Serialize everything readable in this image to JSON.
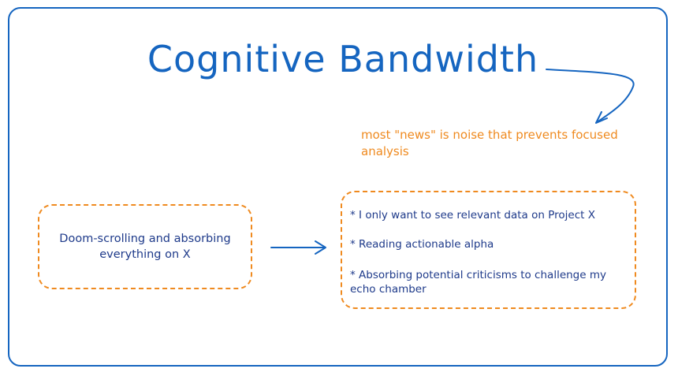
{
  "title": "Cognitive Bandwidth",
  "note": "most \"news\" is noise that prevents focused analysis",
  "before": {
    "text": "Doom-scrolling and absorbing everything on X"
  },
  "after": {
    "items": [
      "* I only want to see relevant data on Project X",
      "* Reading actionable alpha",
      "* Absorbing potential criticisms to challenge my echo chamber"
    ]
  },
  "colors": {
    "primary": "#1565c0",
    "accent": "#ef8a1f",
    "text": "#1e3a8a"
  }
}
